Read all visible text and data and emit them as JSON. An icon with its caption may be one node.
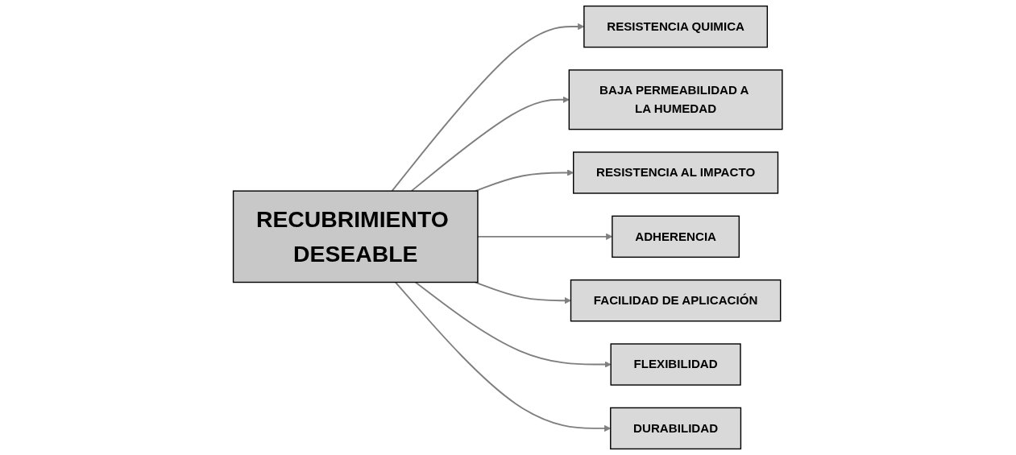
{
  "diagram": {
    "nodes": [
      {
        "text": [
          "RESISTENCIA QUIMICA"
        ]
      },
      {
        "text": [
          "BAJA PERMEABILIDAD A LA HUMEDAD"
        ]
      },
      {
        "text": [
          "RESISTENCIA AL IMPACTO"
        ]
      },
      {
        "text": [
          "RECUBRIMIENTO DESEABLE"
        ]
      },
      {
        "text": [
          "ADHERENCIA"
        ]
      },
      {
        "text": [
          "FACILIDAD DE APLICACIÓN"
        ]
      },
      {
        "text": [
          "FLEXIBILIDAD"
        ]
      },
      {
        "text": [
          "DURABILIDAD"
        ]
      }
    ],
    "edges": [
      {
        "from": 3,
        "to": 0,
        "arrow": "to"
      },
      {
        "from": 3,
        "to": 1,
        "arrow": "to"
      },
      {
        "from": 3,
        "to": 2,
        "arrow": "to"
      },
      {
        "from": 3,
        "to": 4,
        "arrow": "to"
      },
      {
        "from": 3,
        "to": 5,
        "arrow": "to"
      },
      {
        "from": 3,
        "to": 6,
        "arrow": "to"
      },
      {
        "from": 3,
        "to": 7,
        "arrow": "to"
      }
    ]
  }
}
